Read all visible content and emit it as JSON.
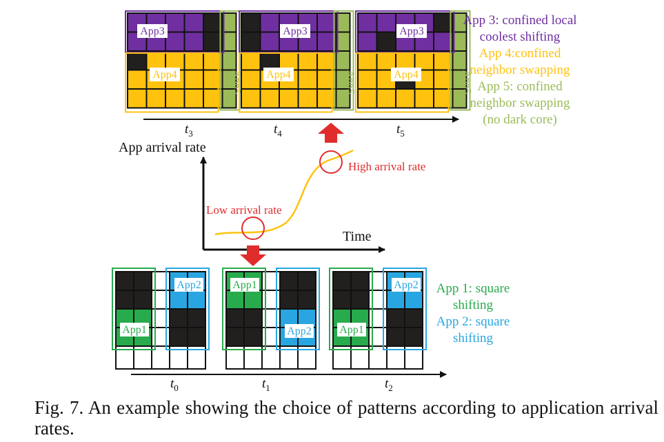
{
  "colors": {
    "app1": "#27ab4c",
    "app2": "#29a6e1",
    "app3": "#6f2fa0",
    "app4": "#ffc20e",
    "app5": "#9bbb59",
    "dark_core": "#221f1f",
    "arrow_red": "#e12c2c",
    "curve": "#ffc20e",
    "label_red": "#e12c2c"
  },
  "icons": [
    "arrow-up-icon",
    "arrow-down-icon"
  ],
  "top_row": {
    "time_labels": [
      "t3",
      "t4",
      "t5"
    ],
    "panels": [
      {
        "app3_label": "App3",
        "app4_label": "App4",
        "app5_label": "App5",
        "grid": [
          "PPPPK5",
          "PPPPK5",
          "KYYYY5",
          "YYYYY5",
          "YYYYY5"
        ]
      },
      {
        "app3_label": "App3",
        "app4_label": "App4",
        "app5_label": "App5",
        "grid": [
          "KPPPP5",
          "KPPPP5",
          "YKYYY5",
          "YYYYY5",
          "YYYYY5"
        ]
      },
      {
        "app3_label": "App3",
        "app4_label": "App4",
        "app5_label": "App5",
        "grid": [
          "PPPPK5",
          "PKPPP5",
          "YYYYY5",
          "YYKYY5",
          "YYYYY5"
        ]
      }
    ],
    "legend": [
      {
        "lines": [
          "App 3: confined local",
          "coolest shifting"
        ],
        "color": "#6f2fa0"
      },
      {
        "lines": [
          "App 4:confined",
          "neighbor swapping"
        ],
        "color": "#ffc20e"
      },
      {
        "lines": [
          "App 5: confined",
          "neighbor swapping",
          "(no dark core)"
        ],
        "color": "#9bbb59"
      }
    ]
  },
  "middle": {
    "y_axis_label": "App arrival rate",
    "x_axis_label": "Time",
    "low_rate_label": "Low arrival rate",
    "high_rate_label": "High arrival rate"
  },
  "bottom_row": {
    "time_labels": [
      "t0",
      "t1",
      "t2"
    ],
    "panels": [
      {
        "app1_label": "App1",
        "app2_label": "App2",
        "grid": [
          "KKWBB",
          "KKWBB",
          "GGWKK",
          "GGWKK",
          "WWWWW"
        ]
      },
      {
        "app1_label": "App1",
        "app2_label": "App2",
        "grid": [
          "GGWKK",
          "GGWKK",
          "KKWBB",
          "KKWBB",
          "WWWWW"
        ]
      },
      {
        "app1_label": "App1",
        "app2_label": "App2",
        "grid": [
          "KKWBB",
          "KKWBB",
          "GGWKK",
          "GGWKK",
          "WWWWW"
        ]
      }
    ],
    "legend": [
      {
        "lines": [
          "App 1: square",
          "shifting"
        ],
        "color": "#27ab4c"
      },
      {
        "lines": [
          "App 2: square",
          "shifting"
        ],
        "color": "#29a6e1"
      }
    ]
  },
  "caption": "Fig. 7.  An example showing the choice of patterns according to application arrival rates."
}
